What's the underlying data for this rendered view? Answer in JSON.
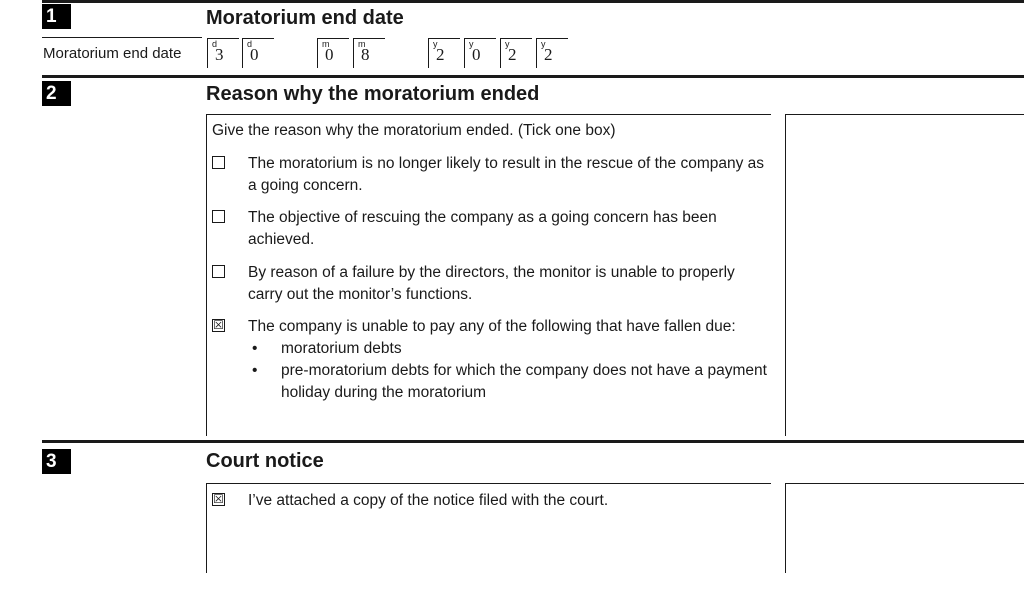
{
  "section1": {
    "number": "1",
    "title": "Moratorium end date",
    "date_label": "Moratorium end date",
    "date_boxes": [
      {
        "placeholder": "d",
        "digit": "3"
      },
      {
        "placeholder": "d",
        "digit": "0"
      },
      {
        "placeholder": "m",
        "digit": "0"
      },
      {
        "placeholder": "m",
        "digit": "8"
      },
      {
        "placeholder": "y",
        "digit": "2"
      },
      {
        "placeholder": "y",
        "digit": "0"
      },
      {
        "placeholder": "y",
        "digit": "2"
      },
      {
        "placeholder": "y",
        "digit": "2"
      }
    ]
  },
  "section2": {
    "number": "2",
    "title": "Reason why the moratorium ended",
    "instruction": "Give the reason why the moratorium ended. (Tick one box)",
    "options": [
      {
        "checked": false,
        "mark": "",
        "text": "The moratorium is no longer likely to result in the rescue of the company as a going concern."
      },
      {
        "checked": false,
        "mark": "",
        "text": "The objective of rescuing the company as a going concern has been achieved."
      },
      {
        "checked": false,
        "mark": "",
        "text": "By reason of a failure by the directors, the monitor is unable to properly carry out the monitor’s functions."
      },
      {
        "checked": true,
        "mark": "☒",
        "text": "The company is unable to pay any of the following that have fallen due:",
        "bullet_symbol": "•",
        "bullets": [
          "moratorium debts",
          "pre-moratorium debts for which the company does not have a payment holiday during the moratorium"
        ]
      }
    ]
  },
  "section3": {
    "number": "3",
    "title": "Court notice",
    "option": {
      "checked": true,
      "mark": "☒",
      "text": "I’ve attached a copy of the notice filed with the court."
    }
  }
}
